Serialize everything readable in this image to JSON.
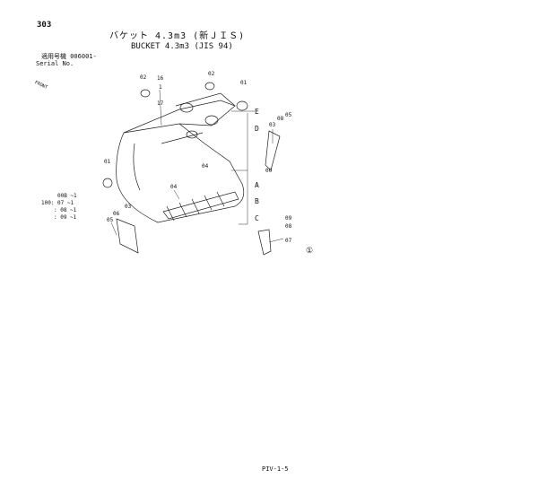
{
  "page": {
    "number": "303",
    "title_jp": "バケット 4.3m3 (新ＪＩＳ)",
    "title_en": "BUCKET 4.3m3 (JIS 94)",
    "serial_jp": "適用号機 006001-",
    "serial_en": "Serial No.",
    "front_mark": "FRONT",
    "footer": "PIV-1-5"
  },
  "part_numbers": {
    "p02_top": "02",
    "p16": "16",
    "p1": "1",
    "p17": "17",
    "p02_left": "02",
    "p01_top": "01",
    "p01_left": "01",
    "p04": "04",
    "p00": "00",
    "p03_left": "03",
    "p04_low": "04",
    "p06": "06",
    "p05": "05",
    "p03_right": "03",
    "p05_right": "05",
    "p08": "08",
    "p09": "09",
    "p08_low": "08",
    "p07": "07"
  },
  "callouts": {
    "E": "E",
    "D": "D",
    "A": "A",
    "B": "B",
    "C": "C"
  },
  "qty_list": [
    "00B ~1",
    "100: 07 ~1",
    ": 08 ~1",
    ": 09 ~1"
  ],
  "revision_mark": "①"
}
